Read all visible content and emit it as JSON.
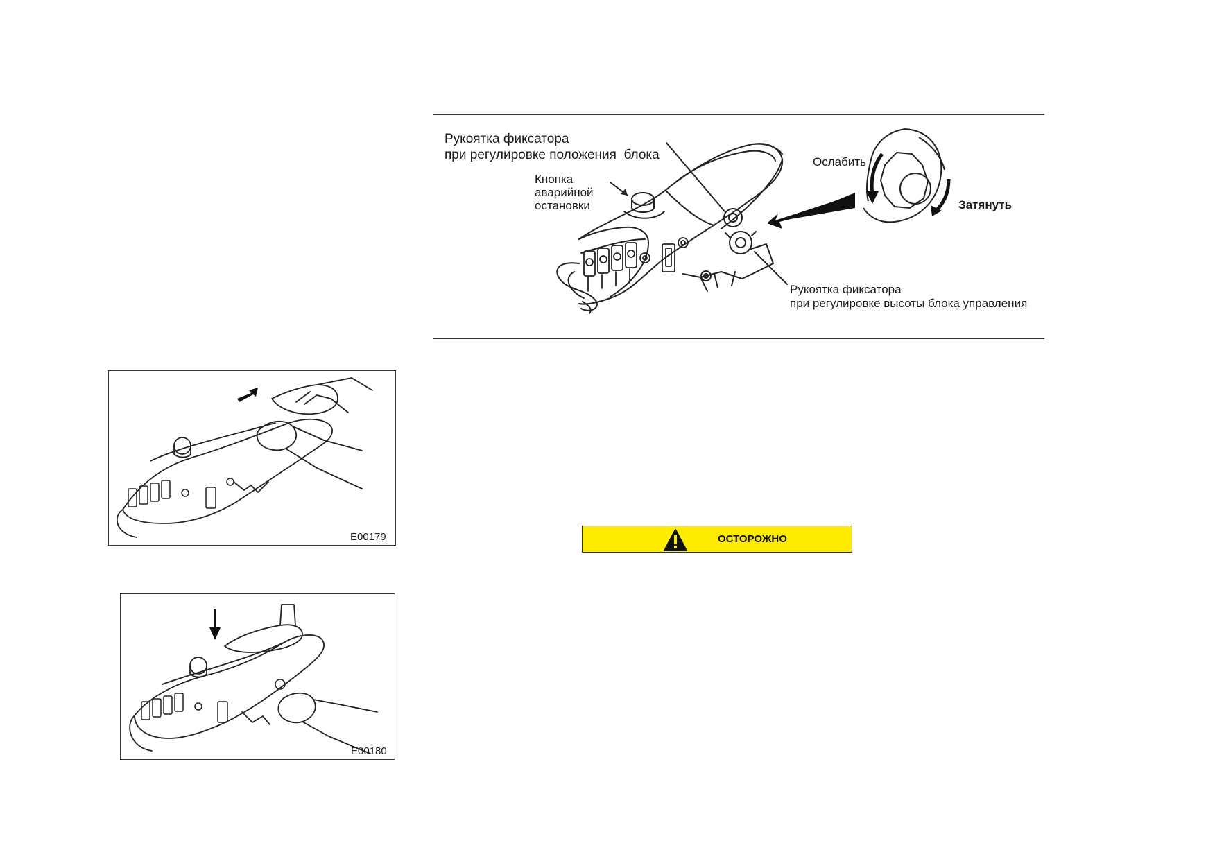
{
  "main_figure": {
    "label_position_handle_line1": "Рукоятка фиксатора",
    "label_position_handle_line2": "при регулировке положения  блока",
    "label_stop_line1": "Кнопка",
    "label_stop_line2": "аварийной",
    "label_stop_line3": "остановки",
    "label_loosen": "Ослабить",
    "label_tighten": "Затянуть",
    "label_height_handle_line1": "Рукоятка фиксатора",
    "label_height_handle_line2": "при регулировке высоты блока управления"
  },
  "figures": [
    {
      "code": "E00179"
    },
    {
      "code": "E00180"
    }
  ],
  "warning": {
    "label": "ОСТОРОЖНО",
    "color": "#ffed00"
  }
}
